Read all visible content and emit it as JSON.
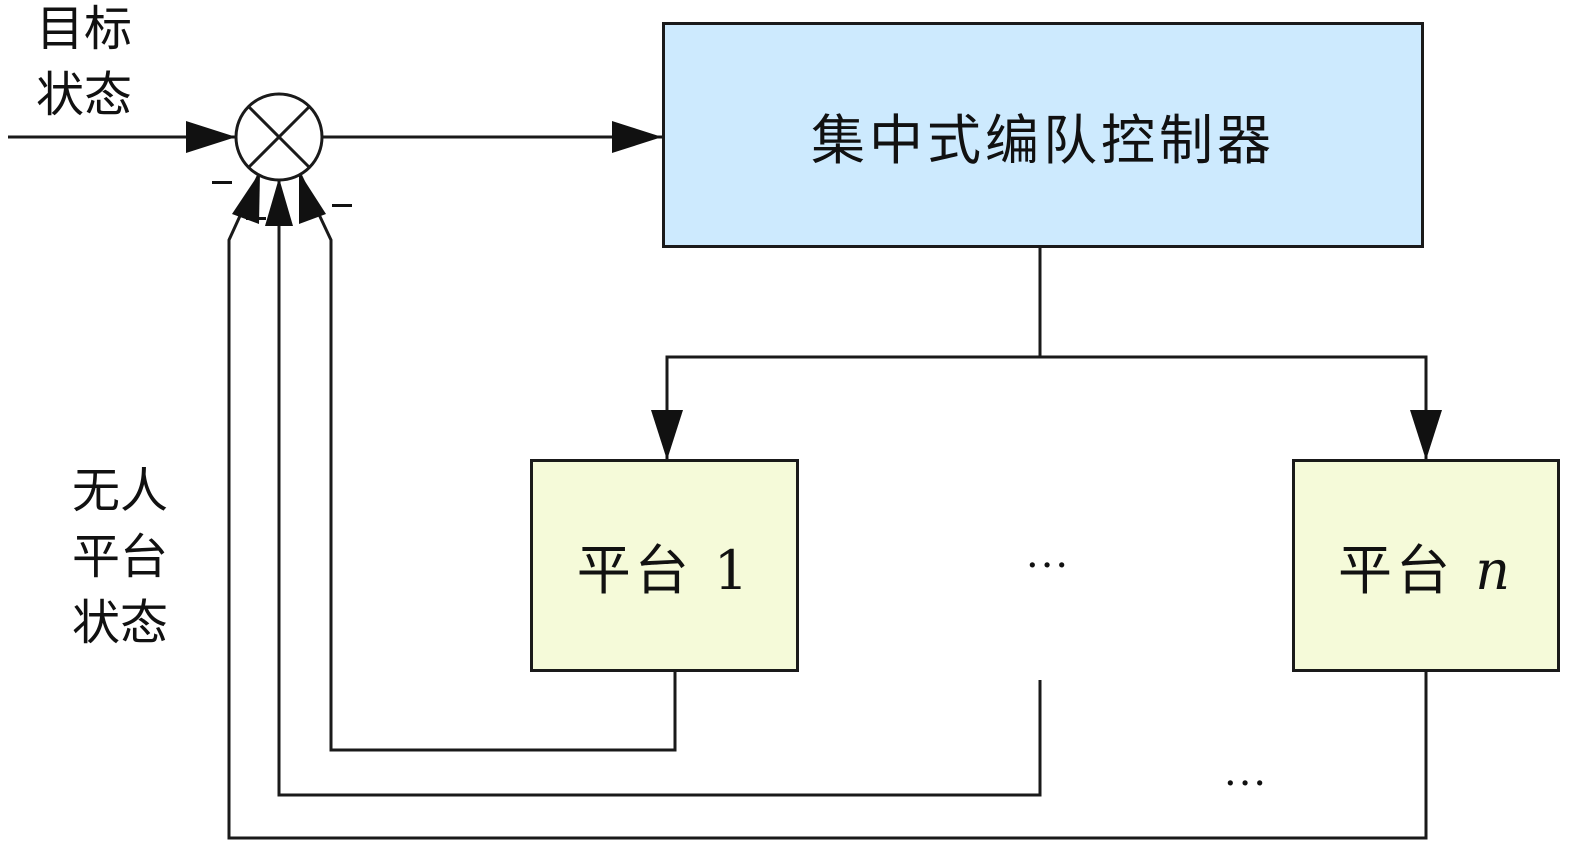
{
  "target_state": {
    "line1": "目标",
    "line2": "状态"
  },
  "controller": {
    "label": "集中式编队控制器",
    "fill": "#cdeafe"
  },
  "platforms": [
    {
      "prefix": "平台",
      "index": "1"
    },
    {
      "prefix": "平台",
      "index": "n"
    }
  ],
  "platform_fill": "#f5fad9",
  "platform_state": {
    "line1": "无人",
    "line2": "平台",
    "line3": "状态"
  },
  "feedback_sign": "−",
  "ellipsis": "···",
  "colors": {
    "line": "#1a1a1a"
  },
  "icons": {
    "summing_junction": "circle-cross-icon",
    "arrowhead": "arrow-head-icon"
  }
}
